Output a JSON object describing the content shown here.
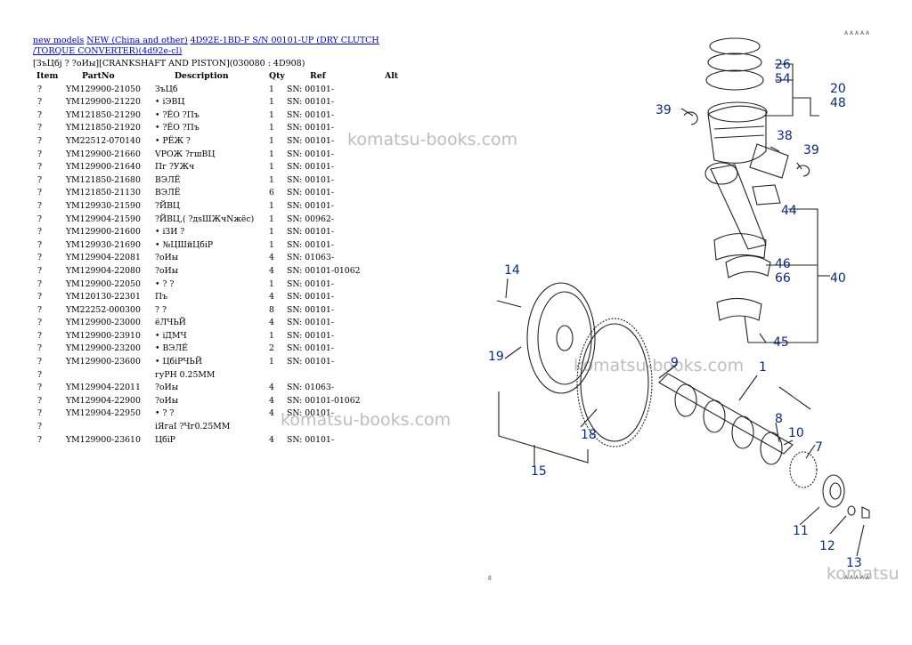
{
  "breadcrumb": {
    "links": [
      "new models",
      "NEW (China and other)",
      "4D92E-1BD-F S/N 00101-UP (DRY CLUTCH /TORQUE CONVERTER)(4d92e-cl)"
    ]
  },
  "section_heading": "[ЗъЦбј ? ?оИы][CRANKSHAFT AND PISTON](030080 : 4D908)",
  "table": {
    "headers": [
      "Item",
      "PartNo",
      "Description",
      "Qty",
      "Ref",
      "Alt"
    ],
    "rows": [
      {
        "item": "?",
        "part": "YM129900-21050",
        "desc": "ЗъЦб",
        "qty": "1",
        "ref": "SN: 00101-",
        "alt": ""
      },
      {
        "item": "?",
        "part": "YM129900-21220",
        "desc": "• іЭВЦ",
        "qty": "1",
        "ref": "SN: 00101-",
        "alt": ""
      },
      {
        "item": "?",
        "part": "YM121850-21290",
        "desc": "• ?ЁО ?Пъ",
        "qty": "1",
        "ref": "SN: 00101-",
        "alt": ""
      },
      {
        "item": "?",
        "part": "YM121850-21920",
        "desc": "• ?ЁО ?Пъ",
        "qty": "1",
        "ref": "SN: 00101-",
        "alt": ""
      },
      {
        "item": "?",
        "part": "YM22512-070140",
        "desc": "• РЁЖ ?",
        "qty": "1",
        "ref": "SN: 00101-",
        "alt": ""
      },
      {
        "item": "?",
        "part": "YM129900-21660",
        "desc": "VРОЖ ?гшВЦ",
        "qty": "1",
        "ref": "SN: 00101-",
        "alt": ""
      },
      {
        "item": "?",
        "part": "YM129900-21640",
        "desc": "Пг ?УЖч",
        "qty": "1",
        "ref": "SN: 00101-",
        "alt": ""
      },
      {
        "item": "?",
        "part": "YM121850-21680",
        "desc": "ВЭЛЁ",
        "qty": "1",
        "ref": "SN: 00101-",
        "alt": ""
      },
      {
        "item": "?",
        "part": "YM121850-21130",
        "desc": "ВЭЛЁ",
        "qty": "6",
        "ref": "SN: 00101-",
        "alt": ""
      },
      {
        "item": "?",
        "part": "YM129930-21590",
        "desc": "?ЙВЦ",
        "qty": "1",
        "ref": "SN: 00101-",
        "alt": ""
      },
      {
        "item": "?",
        "part": "YM129904-21590",
        "desc": "?ЙВЦ,( ?дsШЖчNжёс)",
        "qty": "1",
        "ref": "SN: 00962-",
        "alt": ""
      },
      {
        "item": "?",
        "part": "YM129900-21600",
        "desc": "• іЗИ ?",
        "qty": "1",
        "ref": "SN: 00101-",
        "alt": ""
      },
      {
        "item": "?",
        "part": "YM129930-21690",
        "desc": "• №ЦШйЦбіР",
        "qty": "1",
        "ref": "SN: 00101-",
        "alt": ""
      },
      {
        "item": "?",
        "part": "YM129904-22081",
        "desc": "?оИы",
        "qty": "4",
        "ref": "SN: 01063-",
        "alt": ""
      },
      {
        "item": "?",
        "part": "YM129904-22080",
        "desc": "?оИы",
        "qty": "4",
        "ref": "SN: 00101-01062",
        "alt": ""
      },
      {
        "item": "?",
        "part": "YM129900-22050",
        "desc": "• ? ?",
        "qty": "1",
        "ref": "SN: 00101-",
        "alt": ""
      },
      {
        "item": "?",
        "part": "YM120130-22301",
        "desc": "Пъ",
        "qty": "4",
        "ref": "SN: 00101-",
        "alt": ""
      },
      {
        "item": "?",
        "part": "YM22252-000300",
        "desc": "? ?",
        "qty": "8",
        "ref": "SN: 00101-",
        "alt": ""
      },
      {
        "item": "?",
        "part": "YM129900-23000",
        "desc": "ёЛЧЬЙ",
        "qty": "4",
        "ref": "SN: 00101-",
        "alt": ""
      },
      {
        "item": "?",
        "part": "YM129900-23910",
        "desc": "• іДМЧ",
        "qty": "1",
        "ref": "SN: 00101-",
        "alt": ""
      },
      {
        "item": "?",
        "part": "YM129900-23200",
        "desc": "• ВЭЛЁ",
        "qty": "2",
        "ref": "SN: 00101-",
        "alt": ""
      },
      {
        "item": "?",
        "part": "YM129900-23600",
        "desc": "• ЦбіРЧЬЙ",
        "qty": "1",
        "ref": "SN: 00101-",
        "alt": ""
      },
      {
        "item": "?",
        "part": "",
        "desc": "гуРН 0.25MM",
        "qty": "",
        "ref": "",
        "alt": ""
      },
      {
        "item": "?",
        "part": "YM129904-22011",
        "desc": "?оИы",
        "qty": "4",
        "ref": "SN: 01063-",
        "alt": ""
      },
      {
        "item": "?",
        "part": "YM129904-22900",
        "desc": "?оИы",
        "qty": "4",
        "ref": "SN: 00101-01062",
        "alt": ""
      },
      {
        "item": "?",
        "part": "YM129904-22950",
        "desc": "• ? ?",
        "qty": "4",
        "ref": "SN: 00101-",
        "alt": ""
      },
      {
        "item": "?",
        "part": "",
        "desc": "іЯгаІ ?Чг0.25MM",
        "qty": "",
        "ref": "",
        "alt": ""
      },
      {
        "item": "?",
        "part": "YM129900-23610",
        "desc": "ЦбіР",
        "qty": "4",
        "ref": "SN: 00101-",
        "alt": ""
      }
    ]
  },
  "watermarks": [
    "komatsu-books.com",
    "komatsu-books.com",
    "komatsu-books.com",
    "komatsu"
  ],
  "diagram": {
    "callouts": [
      "26",
      "54",
      "20",
      "48",
      "39",
      "38",
      "39",
      "44",
      "46",
      "66",
      "40",
      "45",
      "14",
      "19",
      "9",
      "1",
      "8",
      "10",
      "7",
      "18",
      "15",
      "11",
      "12",
      "13"
    ],
    "page_number": "8",
    "corner_mark": "A A A A A"
  },
  "colors": {
    "link": "#0000cc",
    "callout": "#0a2a7a",
    "watermark": "#bdbdbd"
  }
}
